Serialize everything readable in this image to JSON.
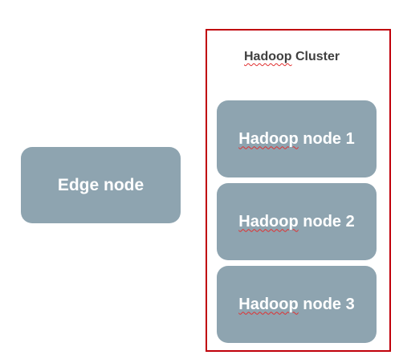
{
  "edge_node": {
    "label": "Edge node"
  },
  "cluster": {
    "title_word1": "Hadoop",
    "title_word2": "Cluster",
    "nodes": [
      {
        "word1": "Hadoop",
        "rest": "node 1"
      },
      {
        "word1": "Hadoop",
        "rest": "node 2"
      },
      {
        "word1": "Hadoop",
        "rest": "node 3"
      }
    ]
  },
  "colors": {
    "node_fill": "#8ea4b0",
    "node_text": "#ffffff",
    "cluster_border": "#c0000a",
    "title_text": "#404040",
    "spellcheck_underline": "#e03030"
  }
}
